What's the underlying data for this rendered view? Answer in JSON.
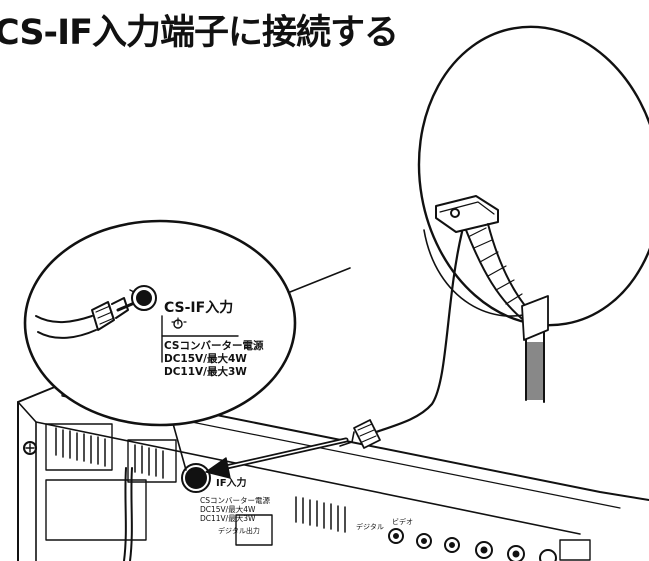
{
  "heading": "CS-IF入力端子に接続する",
  "zoom_panel": {
    "port_label": "CS-IF入力",
    "converter_label": "CSコンバーター電源",
    "spec_line_1": "DC15V/最大4W",
    "spec_line_2": "DC11V/最大3W"
  },
  "rear_panel": {
    "port_label": "IF入力",
    "converter_label": "CSコンバーター電源",
    "spec_line_1": "DC15V/最大4W",
    "spec_line_2": "DC11V/最大3W",
    "digital_out_label": "デジタル出力",
    "digital_label": "デジタル",
    "video_label": "ビデオ"
  }
}
